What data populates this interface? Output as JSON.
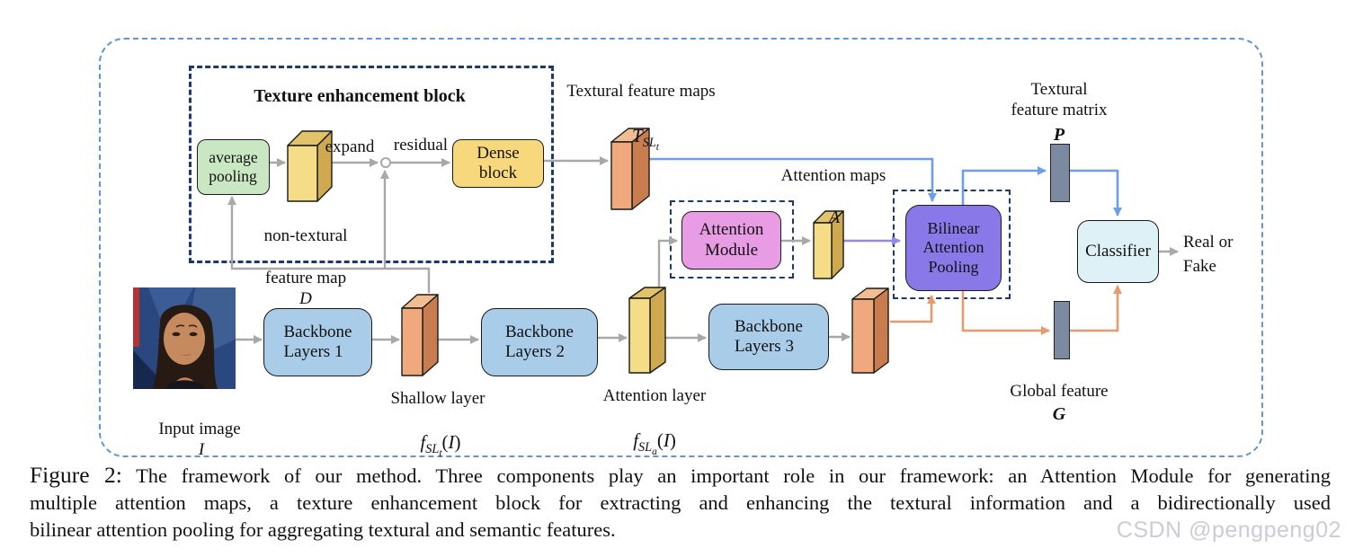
{
  "diagram": {
    "texture_block": {
      "title": "Texture enhancement block",
      "average_pooling": "average\npooling",
      "expand_label": "expand",
      "residual_label": "residual",
      "dense_block": "Dense\nblock",
      "nontextural_line1": "non-textural",
      "nontextural_line2": "feature map",
      "nontextural_var": "D"
    },
    "nodes": {
      "backbone1": "Backbone\nLayers 1",
      "backbone2": "Backbone\nLayers 2",
      "backbone3": "Backbone\nLayers 3",
      "attention_module": "Attention\nModule",
      "bilinear_attention_pooling": "Bilinear\nAttention\nPooling",
      "classifier": "Classifier"
    },
    "labels": {
      "textural_feature_maps": "Textural feature maps",
      "attention_maps": "Attention maps",
      "attention_maps_var": "A",
      "textural_matrix": "Textural\nfeature matrix",
      "textural_matrix_var": "P",
      "global_feature": "Global feature",
      "global_feature_var": "G",
      "input_image": "Input image",
      "input_image_var": "I",
      "shallow_layer": "Shallow layer",
      "attention_layer": "Attention layer",
      "real_or_fake": "Real or\nFake"
    },
    "math": {
      "t_map": {
        "base": "T",
        "sub": "SL",
        "subsub": "t"
      },
      "f_shallow": {
        "base": "f",
        "sub": "SL",
        "subsub": "t",
        "open": "(",
        "var": "I",
        "close": ")"
      },
      "f_attention": {
        "base": "f",
        "sub": "SL",
        "subsub": "a",
        "open": "(",
        "var": "I",
        "close": ")"
      }
    },
    "colors": {
      "outer_border": "#6195d6",
      "inner_dashed": "#1a3a6e",
      "green_box": "#c9e7c2",
      "gold_box": "#f8d87c",
      "blue_box": "#a9cce8",
      "pink_box": "#e79ce4",
      "purple_box": "#8979e8",
      "cyan_box": "#ddf1f7",
      "slate_bar": "#7b8aa0",
      "yellow_slab": "#f5dc87",
      "yellow_slab_top": "#e3c368",
      "yellow_slab_side": "#cfa94f",
      "orange_slab": "#efa97c",
      "orange_slab_top": "#f2bd93",
      "orange_slab_side": "#c97c4d",
      "gray_arrow": "#a8a8a8",
      "blue_arrow": "#6d9eea",
      "purple_arrow": "#8f8cf0",
      "orange_arrow": "#e8996e"
    }
  },
  "caption": {
    "prefix": "Figure 2:",
    "line1": "The framework of our method. Three components play an important role in our framework: an Attention Module for generating",
    "line2": "multiple attention maps, a texture enhancement block for extracting and enhancing the textural information and a bidirectionally used",
    "line3": "bilinear attention pooling for aggregating textural and semantic features."
  },
  "watermark": "CSDN @pengpeng02"
}
